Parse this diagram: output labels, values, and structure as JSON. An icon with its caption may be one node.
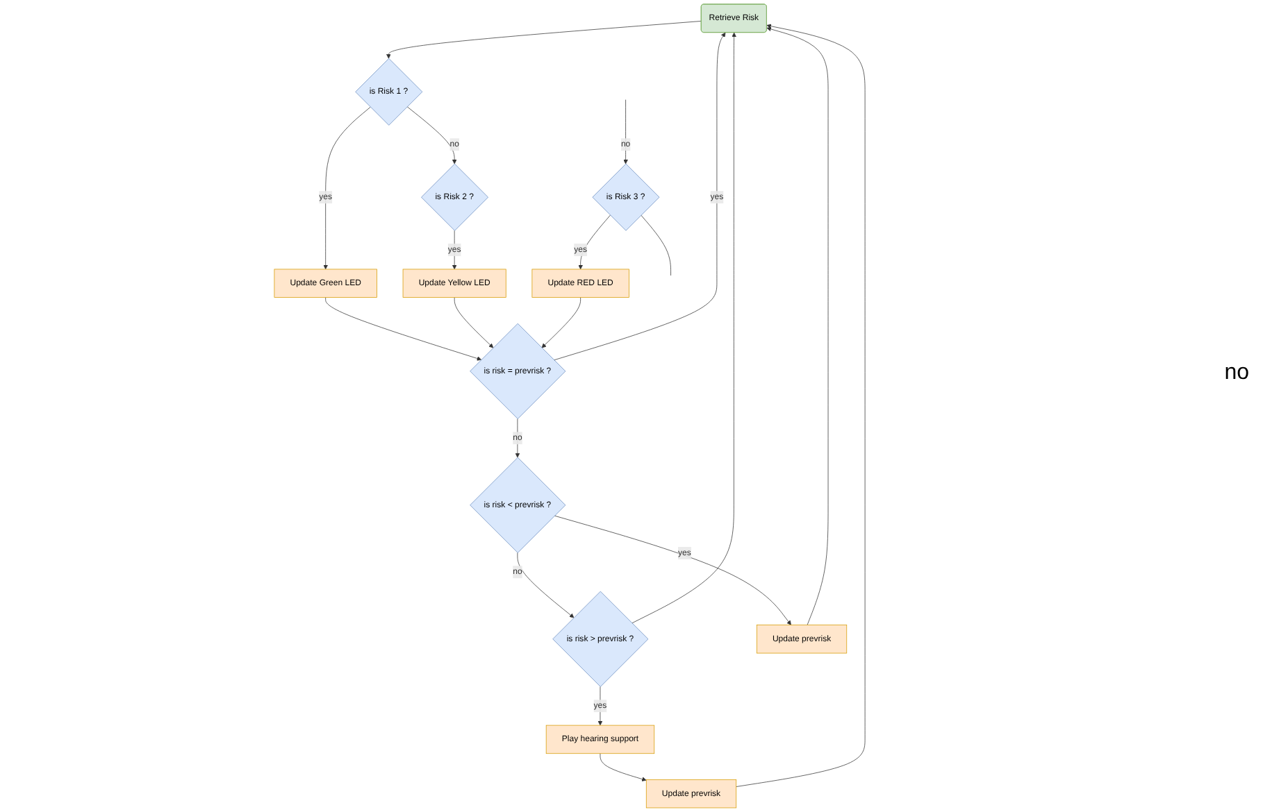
{
  "diagram": {
    "nodes": [
      {
        "text": [
          "Retrieve Risk"
        ]
      },
      {
        "text": [
          "is Risk 1 ?"
        ]
      },
      {
        "text": [
          "is Risk 2 ?"
        ]
      },
      {
        "text": [
          "is Risk 3 ?"
        ]
      },
      {
        "text": [
          "Update Green LED"
        ]
      },
      {
        "text": [
          "Update Yellow LED"
        ]
      },
      {
        "text": [
          "Update RED LED"
        ]
      },
      {
        "text": [
          "is risk = prevrisk ?"
        ]
      },
      {
        "text": [
          "is risk < prevrisk ?"
        ]
      },
      {
        "text": [
          "is risk > prevrisk ?"
        ]
      },
      {
        "text": [
          "Update prevrisk"
        ]
      },
      {
        "text": [
          "Play hearing support"
        ]
      },
      {
        "text": [
          "Update prevrisk"
        ]
      }
    ],
    "edges": [
      {
        "from": 0,
        "to": 1,
        "arrow": "to"
      },
      {
        "from": 1,
        "to": 2,
        "arrow": "to",
        "label": "no"
      },
      {
        "from": null,
        "to": 3,
        "arrow": "to",
        "label": "no"
      },
      {
        "from": 3,
        "to": null,
        "arrow": "none"
      },
      {
        "from": 1,
        "to": 4,
        "arrow": "to",
        "label": "yes"
      },
      {
        "from": 2,
        "to": 5,
        "arrow": "to",
        "label": "yes"
      },
      {
        "from": 3,
        "to": 6,
        "arrow": "to",
        "label": "yes"
      },
      {
        "from": 4,
        "to": 7,
        "arrow": "to"
      },
      {
        "from": 5,
        "to": 7,
        "arrow": "to"
      },
      {
        "from": 6,
        "to": 7,
        "arrow": "to"
      },
      {
        "from": 7,
        "to": 8,
        "arrow": "to",
        "label": "no"
      },
      {
        "from": 8,
        "to": 9,
        "arrow": "to",
        "label": "no"
      },
      {
        "from": 7,
        "to": 0,
        "arrow": "to",
        "label": "yes"
      },
      {
        "from": 8,
        "to": 10,
        "arrow": "to",
        "label": "yes"
      },
      {
        "from": 9,
        "to": 11,
        "arrow": "to",
        "label": "yes"
      },
      {
        "from": 11,
        "to": 12,
        "arrow": "to"
      },
      {
        "from": 10,
        "to": 0,
        "arrow": "to"
      },
      {
        "from": 9,
        "to": 0,
        "arrow": "to"
      },
      {
        "from": 12,
        "to": 0,
        "arrow": "to"
      }
    ],
    "labels": [
      "no"
    ]
  }
}
